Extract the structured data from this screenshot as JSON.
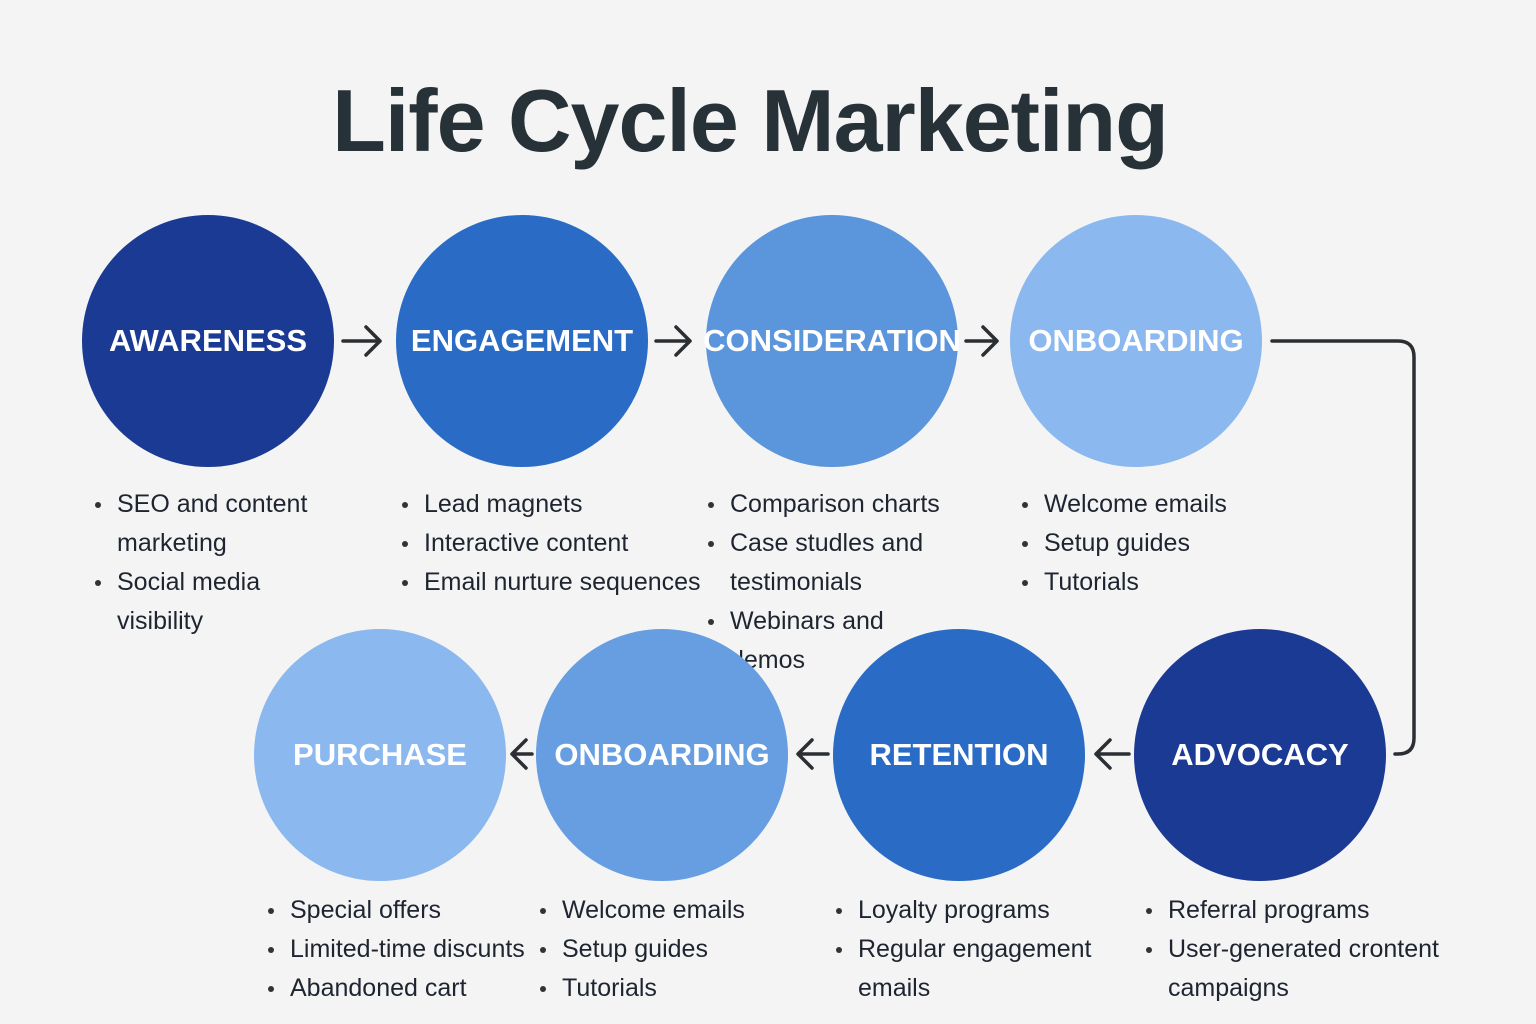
{
  "title": "Life Cycle Marketing",
  "stages": [
    {
      "label": "AWARENESS",
      "color": "#1b3a94",
      "items": [
        "SEO and content marketing",
        "Social media visibility"
      ]
    },
    {
      "label": "ENGAGEMENT",
      "color": "#2a6cc5",
      "items": [
        "Lead magnets",
        "Interactive content",
        "Email nurture sequences"
      ]
    },
    {
      "label": "CONSIDERATION",
      "color": "#5b95db",
      "items": [
        "Comparison charts",
        "Case studles and testimonials",
        "Webinars and demos"
      ]
    },
    {
      "label": "ONBOARDING",
      "color": "#8ab8ef",
      "items": [
        "Welcome emails",
        "Setup guides",
        "Tutorials"
      ]
    },
    {
      "label": "ADVOCACY",
      "color": "#1b3a94",
      "items": [
        "Referral programs",
        "User-generated crontent campaigns"
      ]
    },
    {
      "label": "RETENTION",
      "color": "#2a6cc5",
      "items": [
        "Loyalty programs",
        "Regular engagement emails"
      ]
    },
    {
      "label": "ONBOARDING",
      "color": "#669ee1",
      "items": [
        "Welcome emails",
        "Setup guides",
        "Tutorials"
      ]
    },
    {
      "label": "PURCHASE",
      "color": "#8ab8ef",
      "items": [
        "Special offers",
        "Limited-time discunts",
        "Abandoned cart"
      ]
    }
  ],
  "connector_color": "#2b2f33"
}
